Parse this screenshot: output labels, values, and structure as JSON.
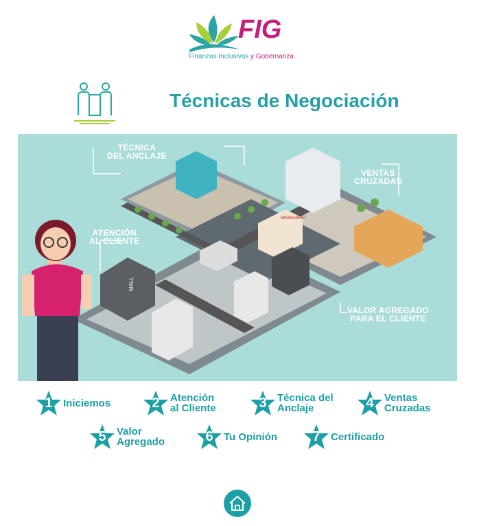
{
  "logo": {
    "brand": "FIG",
    "subtitle_part1": "Finanzas Inclusivas ",
    "subtitle_part2": "y Gobernanza"
  },
  "header": {
    "title": "Técnicas de Negociación"
  },
  "scene": {
    "labels": {
      "anclaje": [
        "TÉCNICA",
        "DEL ANCLAJE"
      ],
      "atencion": [
        "ATENCIÓN",
        "AL CLIENTE"
      ],
      "ventas": [
        "VENTAS",
        "CRUZADAS"
      ],
      "valor": [
        "VALOR AGREGADO",
        "PARA EL CLIENTE"
      ]
    },
    "signs": {
      "mall": "MALL",
      "minimarket": "MINIMARKET"
    }
  },
  "menu": [
    {
      "num": "1",
      "line1": "Iniciemos",
      "line2": ""
    },
    {
      "num": "2",
      "line1": "Atención",
      "line2": "al Cliente"
    },
    {
      "num": "3",
      "line1": "Técnica del",
      "line2": "Anclaje"
    },
    {
      "num": "4",
      "line1": "Ventas",
      "line2": "Cruzadas"
    },
    {
      "num": "5",
      "line1": "Valor",
      "line2": "Agregado"
    },
    {
      "num": "6",
      "line1": "Tu Opinión",
      "line2": ""
    },
    {
      "num": "7",
      "line1": "Certificado",
      "line2": ""
    }
  ],
  "colors": {
    "teal": "#1c9fa5",
    "magenta": "#c41f7c",
    "scene_bg": "#aadcd9"
  }
}
